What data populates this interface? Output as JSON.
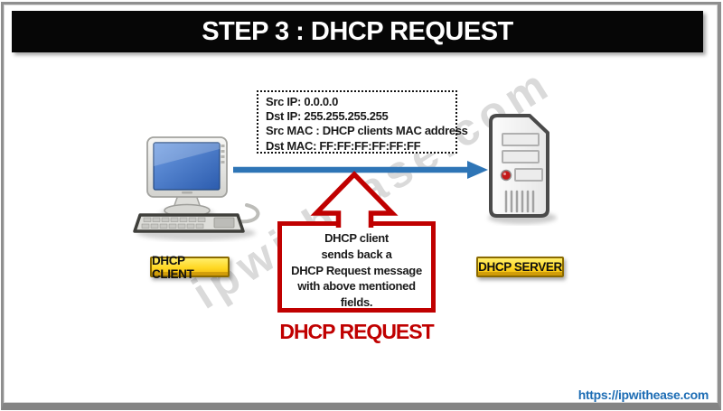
{
  "header": {
    "title": "STEP 3 : DHCP REQUEST"
  },
  "packet_box": {
    "lines": [
      "Src IP: 0.0.0.0",
      "Dst IP: 255.255.255.255",
      "Src MAC : DHCP clients MAC address",
      "Dst MAC: FF:FF:FF:FF:FF:FF"
    ]
  },
  "client": {
    "label": "DHCP CLIENT",
    "icon": "desktop-computer-icon"
  },
  "server": {
    "label": "DHCP SERVER",
    "icon": "server-tower-icon"
  },
  "message_box": {
    "lines": [
      "DHCP client",
      "sends back a",
      "DHCP Request message",
      "with above mentioned",
      "fields."
    ]
  },
  "caption": "DHCP REQUEST",
  "watermark": "ipwithease.com",
  "footer": {
    "url_text": "https://ipwithease.com"
  },
  "colors": {
    "accent_red": "#C00000",
    "arrow_blue": "#2E75B6",
    "label_yellow": "#FFD824",
    "link_blue": "#1C6CB4",
    "header_black": "#060606"
  }
}
